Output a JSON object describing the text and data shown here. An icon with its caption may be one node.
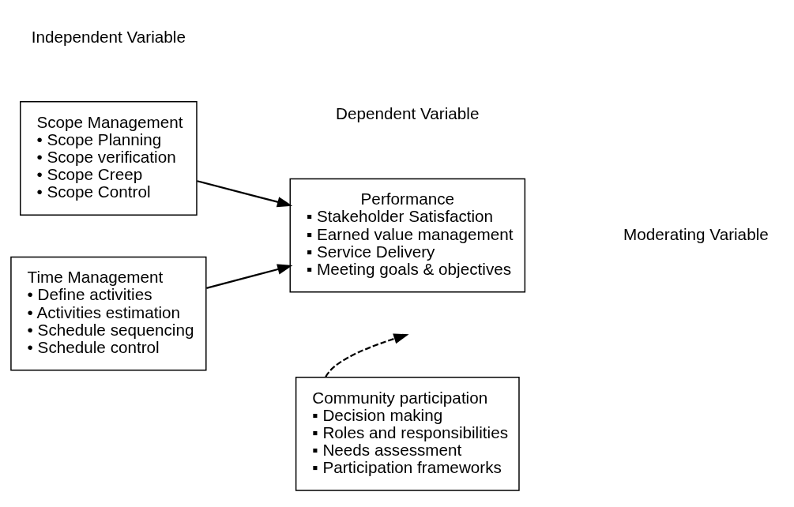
{
  "diagram": {
    "nodes": [
      {
        "text": [
          "Scope Management",
          "• Scope Planning",
          "• Scope verification",
          "• Scope Creep",
          "• Scope Control"
        ]
      },
      {
        "text": [
          "Time Management",
          "• Define activities",
          "• Activities estimation",
          "• Schedule sequencing",
          "• Schedule control"
        ]
      },
      {
        "text": [
          "Performance",
          "▪ Stakeholder Satisfaction",
          "▪ Earned value management",
          "▪ Service Delivery",
          "▪ Meeting goals & objectives"
        ]
      },
      {
        "text": [
          "Community participation",
          "▪ Decision making",
          "▪ Roles and responsibilities",
          "▪ Needs assessment",
          "▪ Participation frameworks"
        ]
      }
    ],
    "edges": [
      {
        "from": 0,
        "to": 2,
        "arrow": "to"
      },
      {
        "from": 1,
        "to": 2,
        "arrow": "to"
      },
      {
        "from": 3,
        "to": null,
        "arrow": "to",
        "style": "dashed"
      }
    ],
    "labels": [
      "Independent Variable",
      "Dependent Variable",
      "Moderating Variable"
    ]
  }
}
